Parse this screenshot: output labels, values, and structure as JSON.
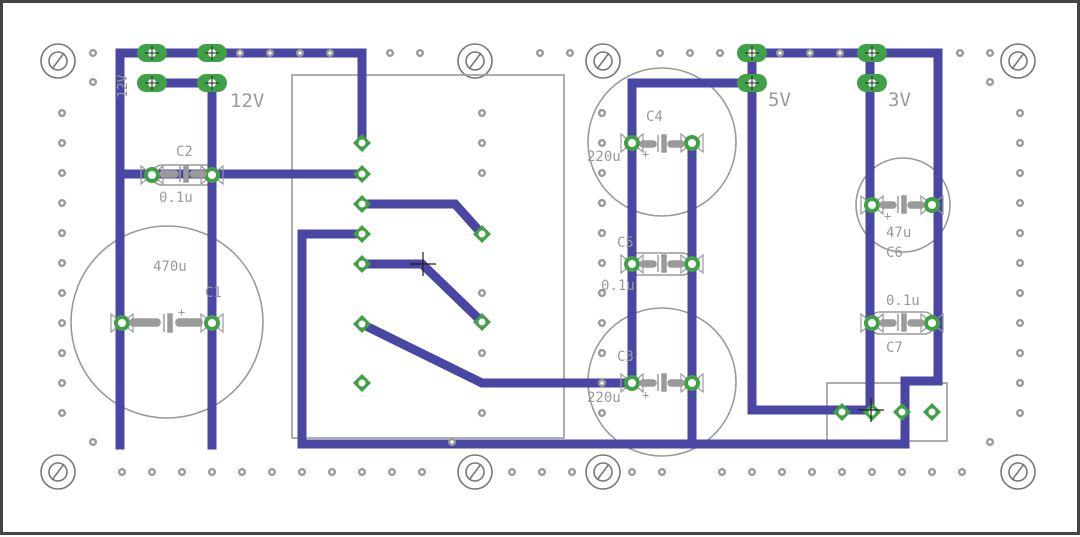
{
  "theme": {
    "trace": "#4a46a4",
    "pad": "#3fa045",
    "pad_hole": "#1e6b22",
    "silk": "#9a9a9a",
    "board_edge": "#444444"
  },
  "labels": {
    "v12": "12V",
    "v5": "5V",
    "v3": "3V",
    "side12": "12V",
    "c1_name": "C1",
    "c1_value": "470u",
    "c2_name": "C2",
    "c2_value": "0.1u",
    "c3_name": "C3",
    "c3_value": "220u",
    "c4_name": "C4",
    "c4_value": "220u",
    "c5_name": "C5",
    "c5_value": "0.1u",
    "c6_name": "C6",
    "c6_value": "47u",
    "c7_name": "C7",
    "c7_value": "0.1u"
  }
}
